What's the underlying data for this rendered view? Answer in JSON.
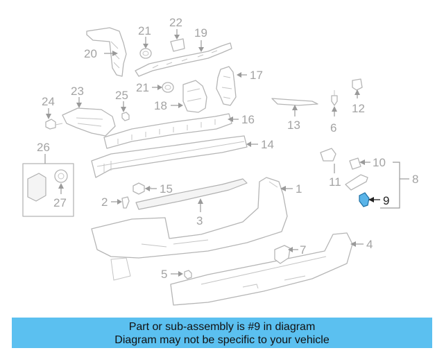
{
  "callouts": {
    "c1": "1",
    "c2": "2",
    "c3": "3",
    "c4": "4",
    "c5": "5",
    "c6": "6",
    "c7": "7",
    "c8": "8",
    "c9": "9",
    "c10": "10",
    "c11": "11",
    "c12": "12",
    "c13": "13",
    "c14": "14",
    "c15": "15",
    "c16": "16",
    "c17": "17",
    "c18": "18",
    "c19": "19",
    "c20": "20",
    "c21a": "21",
    "c21b": "21",
    "c22": "22",
    "c23": "23",
    "c24": "24",
    "c25": "25",
    "c26": "26",
    "c27": "27"
  },
  "highlight": {
    "part_number": "9",
    "color": "#5ab4e8"
  },
  "banner": {
    "line1": "Part or sub-assembly is #9 in diagram",
    "line2": "Diagram may not be specific to your vehicle",
    "background": "#5bc0f0"
  }
}
